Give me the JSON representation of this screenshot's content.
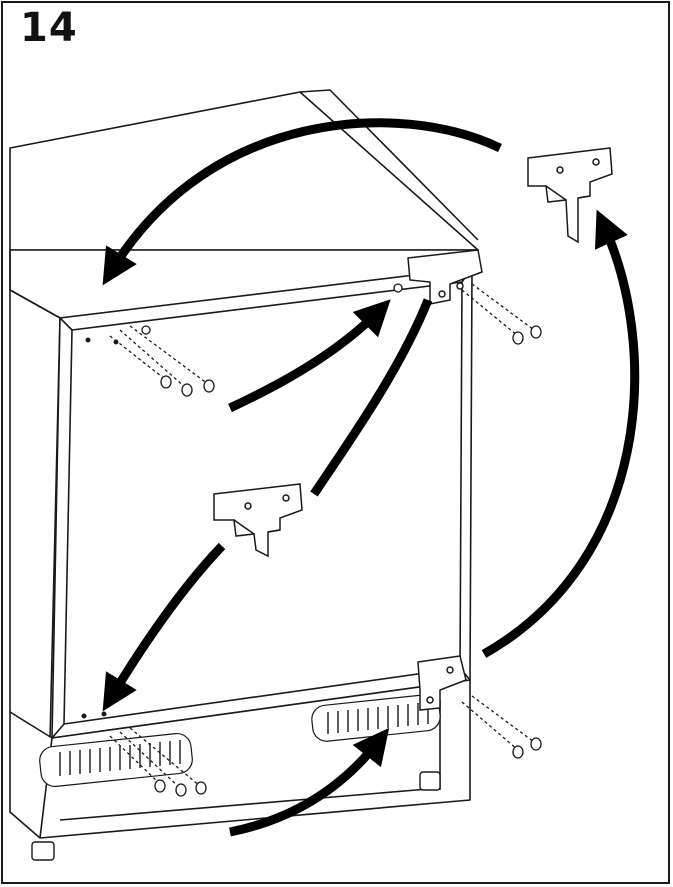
{
  "step": {
    "number": "14"
  },
  "colors": {
    "line": "#1a1a1a",
    "fill": "#ffffff",
    "arrow": "#000000"
  },
  "parts": [
    {
      "name": "appliance-cabinet"
    },
    {
      "name": "top-hinge-bracket"
    },
    {
      "name": "bottom-hinge-bracket"
    },
    {
      "name": "loose-hinge-bracket"
    },
    {
      "name": "center-hinge-bracket"
    },
    {
      "name": "screws"
    },
    {
      "name": "ventilation-grille"
    },
    {
      "name": "adjustable-feet"
    }
  ]
}
